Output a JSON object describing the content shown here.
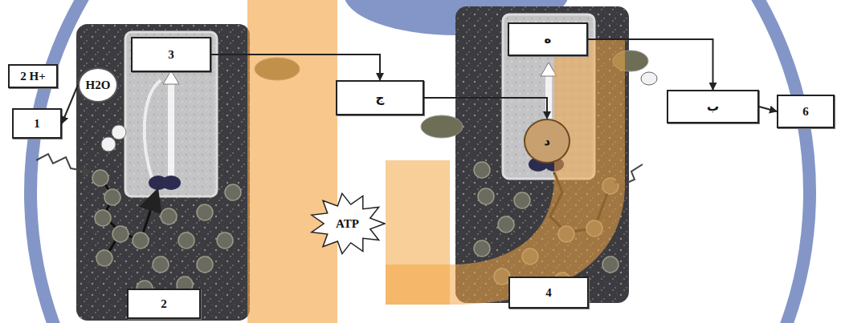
{
  "diagram": {
    "nodes": [
      {
        "text": [
          "2 H+"
        ]
      },
      {
        "text": [
          "1"
        ]
      },
      {
        "text": [
          "H2O"
        ]
      },
      {
        "text": [
          "3"
        ]
      },
      {
        "text": [
          "2"
        ]
      },
      {
        "text": [
          "ج"
        ]
      },
      {
        "text": [
          "ATP"
        ]
      },
      {
        "text": [
          "ه"
        ]
      },
      {
        "text": [
          "د"
        ]
      },
      {
        "text": [
          "4"
        ]
      },
      {
        "text": [
          "ب"
        ]
      },
      {
        "text": [
          "6"
        ]
      }
    ],
    "edges": [
      {
        "from": 2,
        "to": 1,
        "arrow": "to"
      },
      {
        "from": 3,
        "to": 5,
        "arrow": "to"
      },
      {
        "from": 5,
        "to": 8,
        "arrow": "to"
      },
      {
        "from": 7,
        "to": 10,
        "arrow": "to"
      },
      {
        "from": 10,
        "to": 11,
        "arrow": "to"
      }
    ]
  }
}
